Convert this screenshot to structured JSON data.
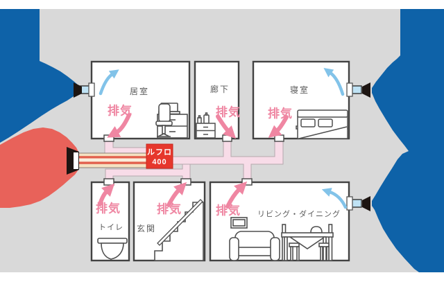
{
  "diagram": {
    "unit": {
      "label_line1": "ルフロ",
      "label_line2": "400",
      "color": "#e6372c"
    },
    "rooms": {
      "living": {
        "label": "居室",
        "exhaust_label": "排気"
      },
      "hallway": {
        "label": "廊下",
        "exhaust_label": "排気"
      },
      "bedroom": {
        "label": "寝室",
        "exhaust_label": "排気"
      },
      "toilet": {
        "label": "トイレ",
        "exhaust_label": "排気"
      },
      "entrance": {
        "label": "玄関",
        "exhaust_label": "排気"
      },
      "living_dining": {
        "label": "リビング・ダイニング",
        "exhaust_label": "排気"
      }
    },
    "colors": {
      "background_gray": "#d9d9d9",
      "outside_air_blue": "#0e62a8",
      "exhaust_air_red": "#e8625a",
      "exhaust_text_pink": "#ef86a2",
      "supply_arrow_blue": "#82c3e9",
      "duct_pink": "#f8dce8",
      "unit_red": "#e6372c",
      "duct_stripe_orange": "#e2604d",
      "duct_stripe_cream": "#f5e2c2"
    }
  }
}
